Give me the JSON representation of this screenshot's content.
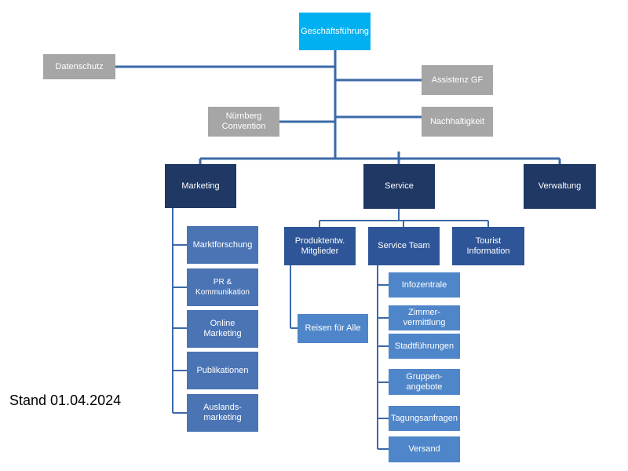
{
  "stand": "Stand 01.04.2024",
  "colors": {
    "top": "#00b0f0",
    "staff": "#a6a6a6",
    "department": "#1f3864",
    "unit": "#2e5597",
    "sub_unit": "#4f86c9",
    "connector": "#3b6aa8"
  },
  "nodes": {
    "geschaeftsfuehrung": "Geschäftsführung",
    "datenschutz": "Datenschutz",
    "assistenz_gf": "Assistenz GF",
    "nuernberg_convention": "Nürnberg\nConvention",
    "nachhaltigkeit": "Nachhaltigkeit",
    "marketing": "Marketing",
    "service": "Service",
    "verwaltung": "Verwaltung",
    "marketing_children": [
      "Marktforschung",
      "PR & Kommunikation",
      "Online Marketing",
      "Publikationen",
      "Auslands-\nmarketing"
    ],
    "produktentw": "Produktentw.\nMitglieder",
    "service_team": "Service Team",
    "tourist_information": "Tourist\nInformation",
    "reisen_fuer_alle": "Reisen für Alle",
    "service_team_children": [
      "Infozentrale",
      "Zimmer-\nvermittlung",
      "Stadtführungen",
      "Gruppen-angebote",
      "Tagungsanfragen",
      "Versand"
    ]
  }
}
